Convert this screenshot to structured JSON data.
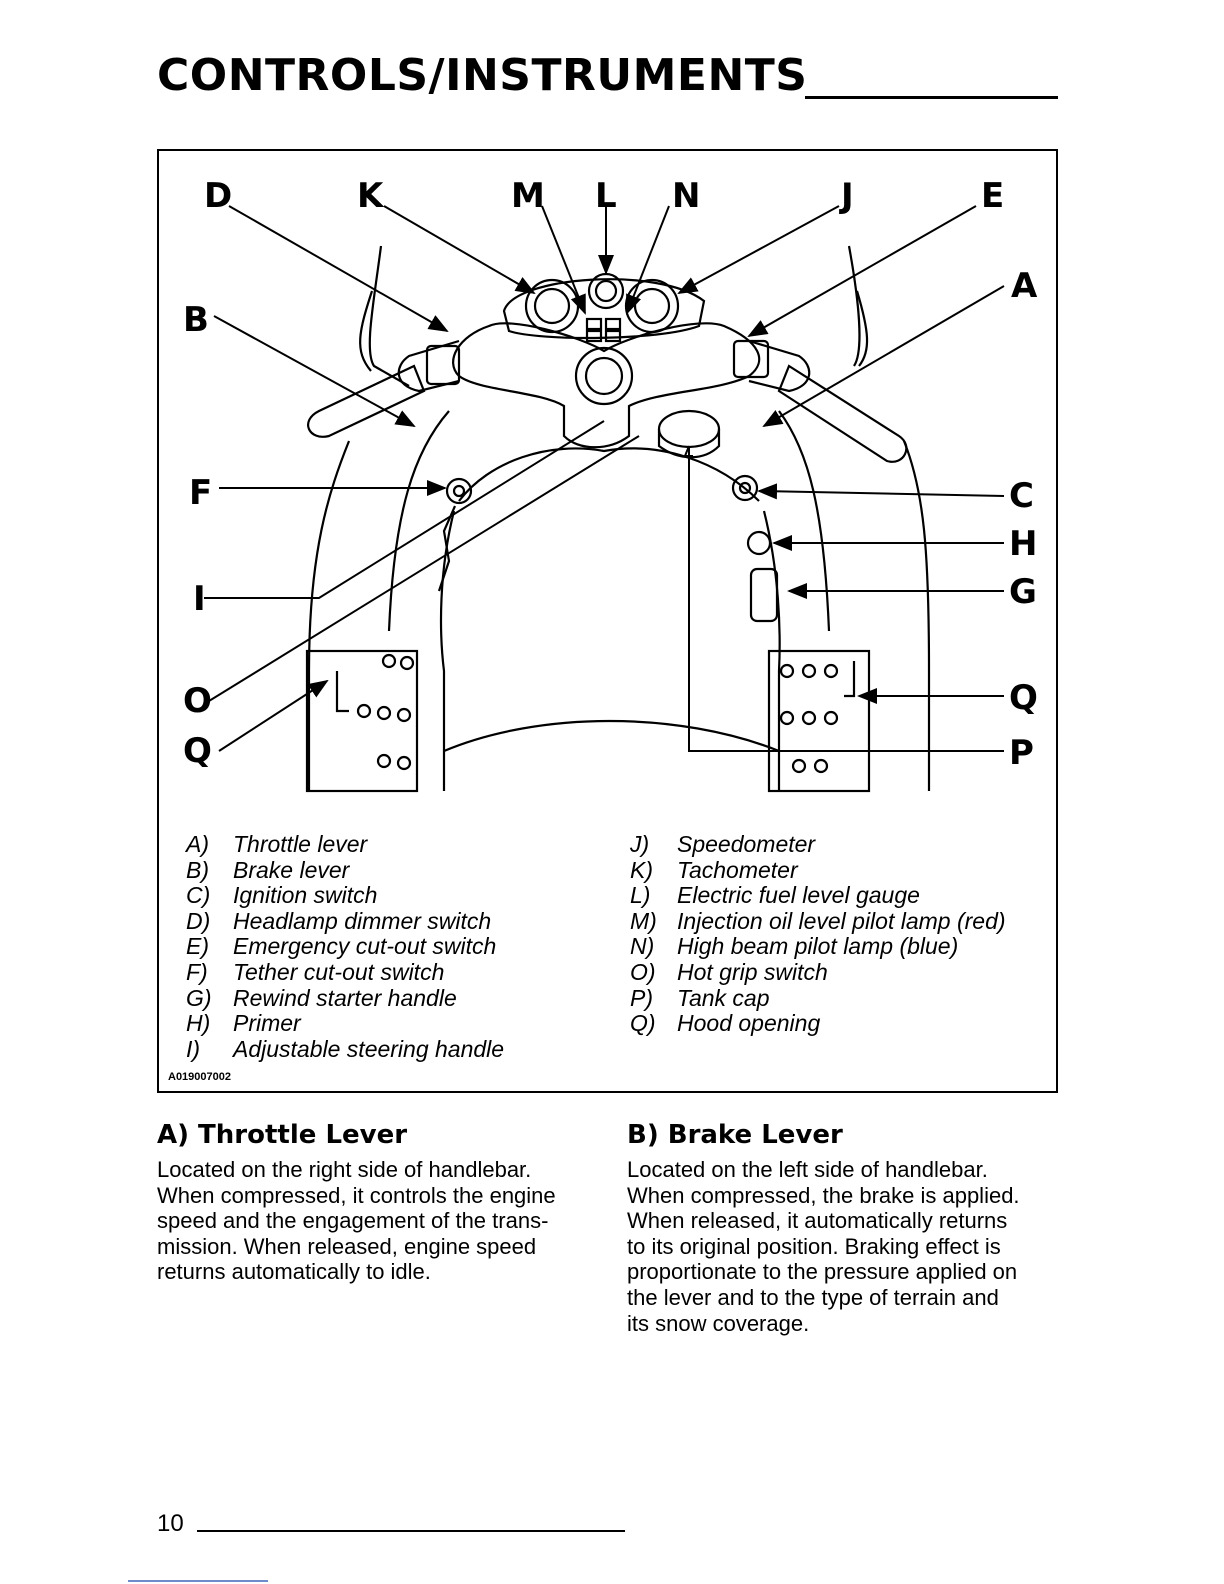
{
  "page": {
    "title": "CONTROLS/INSTRUMENTS",
    "page_number": "10"
  },
  "figure": {
    "callouts": {
      "D": "D",
      "K": "K",
      "M": "M",
      "L": "L",
      "N": "N",
      "J": "J",
      "E": "E",
      "A": "A",
      "B": "B",
      "F": "F",
      "C": "C",
      "H": "H",
      "I": "I",
      "G": "G",
      "O": "O",
      "Q_left": "Q",
      "Q_right": "Q",
      "P": "P"
    },
    "reference": "A019007002",
    "legend_left": [
      {
        "key": "A)",
        "text": "Throttle lever"
      },
      {
        "key": "B)",
        "text": "Brake lever"
      },
      {
        "key": "C)",
        "text": "Ignition switch"
      },
      {
        "key": "D)",
        "text": "Headlamp dimmer switch"
      },
      {
        "key": "E)",
        "text": "Emergency cut-out switch"
      },
      {
        "key": "F)",
        "text": "Tether cut-out switch"
      },
      {
        "key": "G)",
        "text": "Rewind starter handle"
      },
      {
        "key": "H)",
        "text": "Primer"
      },
      {
        "key": "I)",
        "text": "Adjustable steering handle"
      }
    ],
    "legend_right": [
      {
        "key": "J)",
        "text": "Speedometer"
      },
      {
        "key": "K)",
        "text": "Tachometer"
      },
      {
        "key": "L)",
        "text": "Electric fuel level gauge"
      },
      {
        "key": "M)",
        "text": "Injection oil level pilot lamp (red)"
      },
      {
        "key": "N)",
        "text": "High beam pilot lamp (blue)"
      },
      {
        "key": "O)",
        "text": "Hot grip switch"
      },
      {
        "key": "P)",
        "text": "Tank cap"
      },
      {
        "key": "Q)",
        "text": "Hood opening"
      }
    ]
  },
  "sections": {
    "throttle": {
      "heading": "A) Throttle Lever",
      "lines": [
        "Located on the right side of handlebar.",
        "When compressed, it controls the engine",
        "speed and the engagement of the trans-",
        "mission. When released, engine speed",
        "returns automatically to idle."
      ]
    },
    "brake": {
      "heading": "B) Brake Lever",
      "lines": [
        "Located on the left side of handlebar.",
        "When compressed, the brake is applied.",
        "When released, it automatically returns",
        "to its original position. Braking effect is",
        "proportionate to the pressure applied on",
        "the lever and to the type of terrain and",
        "its snow coverage."
      ]
    }
  }
}
